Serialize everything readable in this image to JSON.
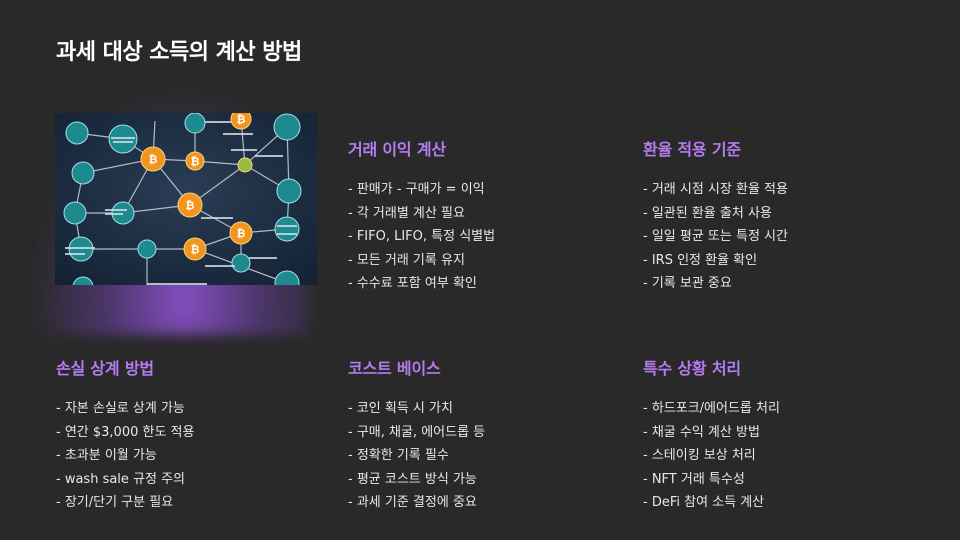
{
  "slide": {
    "title": "과세 대상 소득의 계산 방법"
  },
  "sections": {
    "profit": {
      "heading": "거래 이익 계산",
      "items": [
        "- 판매가 - 구매가 = 이익",
        "- 각 거래별 계산 필요",
        "- FIFO, LIFO, 특정 식별법",
        "- 모든 거래 기록 유지",
        "- 수수료 포함 여부 확인"
      ]
    },
    "rate": {
      "heading": "환율 적용 기준",
      "items": [
        "- 거래 시점 시장 환율 적용",
        "- 일관된 환율 출처 사용",
        "- 일일 평균 또는 특정 시간",
        "- IRS 인정 환율 확인",
        "- 기록 보관 중요"
      ]
    },
    "loss": {
      "heading": "손실 상계 방법",
      "items": [
        "- 자본 손실로 상계 가능",
        "- 연간 $3,000 한도 적용",
        "- 초과분 이월 가능",
        "- wash sale 규정 주의",
        "- 장기/단기 구분 필요"
      ]
    },
    "cost": {
      "heading": "코스트 베이스",
      "items": [
        "- 코인 획득 시 가치",
        "- 구매, 채굴, 에어드롭 등",
        "- 정확한 기록 필수",
        "- 평균 코스트 방식 가능",
        "- 과세 기준 결정에 중요"
      ]
    },
    "special": {
      "heading": "특수 상황 처리",
      "items": [
        "- 하드포크/에어드롭 처리",
        "- 채굴 수익 계산 방법",
        "- 스테이킹 보상 처리",
        "- NFT 거래 특수성",
        "- DeFi 참여 소득 계산"
      ]
    }
  },
  "colors": {
    "background": "#292929",
    "accent": "#b47cf0",
    "text": "#e8e8e8",
    "node_teal": "#1e8a8f",
    "node_orange": "#f0961e"
  },
  "image": {
    "coin_glyph": "₿"
  }
}
